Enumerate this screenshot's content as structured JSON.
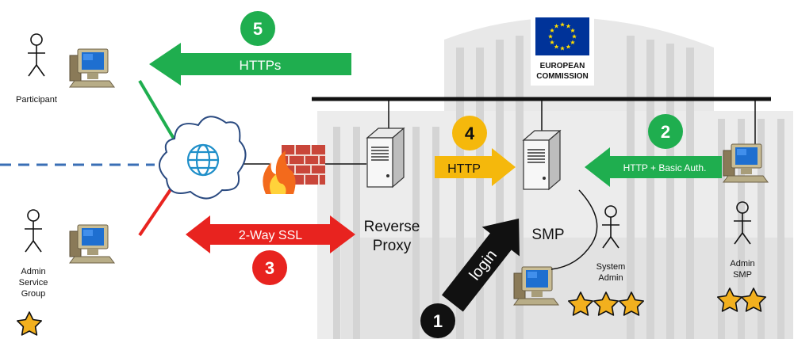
{
  "logo": {
    "line1": "EUROPEAN",
    "line2": "COMMISSION"
  },
  "steps": [
    {
      "number": "1",
      "label": "login"
    },
    {
      "number": "2",
      "label": "HTTP + Basic Auth."
    },
    {
      "number": "3",
      "label": "2-Way SSL"
    },
    {
      "number": "4",
      "label": "HTTP"
    },
    {
      "number": "5",
      "label": "HTTPs"
    }
  ],
  "actors": {
    "participant": "Participant",
    "admin_service_group": [
      "Admin",
      "Service",
      "Group"
    ],
    "system_admin": [
      "System",
      "Admin"
    ],
    "admin_smp": [
      "Admin",
      "SMP"
    ]
  },
  "servers": {
    "reverse_proxy": [
      "Reverse",
      "Proxy"
    ],
    "smp": "SMP"
  },
  "ratings": {
    "admin_service_group": 1,
    "system_admin": 3,
    "admin_smp": 2
  },
  "colors": {
    "green": "#1fae4f",
    "red": "#e8231f",
    "orange": "#f5b80c",
    "black": "#111111",
    "eu_blue": "#003399",
    "eu_star": "#ffdd00",
    "star_fill": "#f2b01e"
  }
}
